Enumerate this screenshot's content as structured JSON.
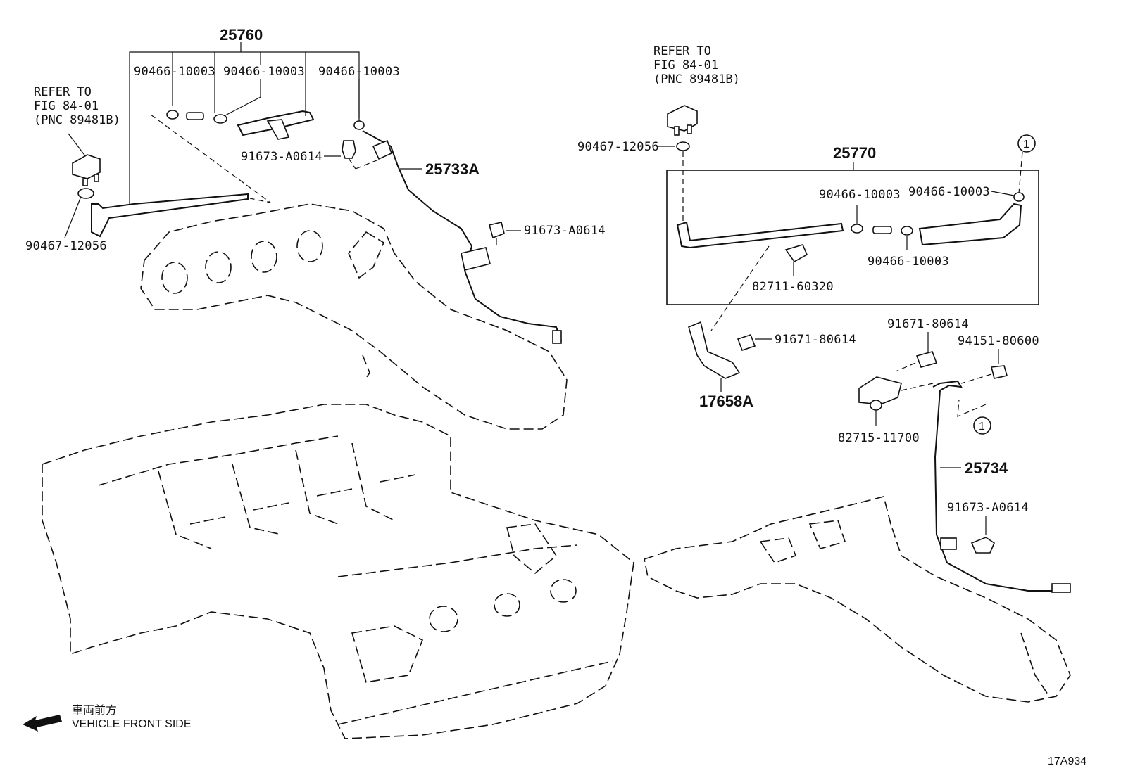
{
  "assemblies": {
    "left_hose_set": "25760",
    "right_hose_set": "25770"
  },
  "labels": {
    "clamp_l1": "90466-10003",
    "clamp_l2": "90466-10003",
    "clamp_l3": "90466-10003",
    "bolt_l_upper": "91673-A0614",
    "pipe_l": "25733A",
    "bolt_l_lower": "91673-A0614",
    "vsv_clip_l": "90467-12056",
    "vsv_clip_r": "90467-12056",
    "clamp_r1": "90466-10003",
    "clamp_r2": "90466-10003",
    "clamp_r3": "90466-10003",
    "clip_r": "82711-60320",
    "bolt_bracket": "91671-80614",
    "bracket": "17658A",
    "bolt_valve": "91671-80614",
    "nut_valve": "94151-80600",
    "valve": "82715-11700",
    "pipe_r": "25734",
    "bolt_r_lower": "91673-A0614"
  },
  "refer_left": [
    "REFER TO",
    "FIG 84-01",
    "(PNC 89481B)"
  ],
  "refer_right": [
    "REFER TO",
    "FIG 84-01",
    "(PNC 89481B)"
  ],
  "circle_marker": "1",
  "footer": {
    "japanese": "車両前方",
    "english": "VEHICLE FRONT SIDE",
    "figure_code": "17A934"
  }
}
